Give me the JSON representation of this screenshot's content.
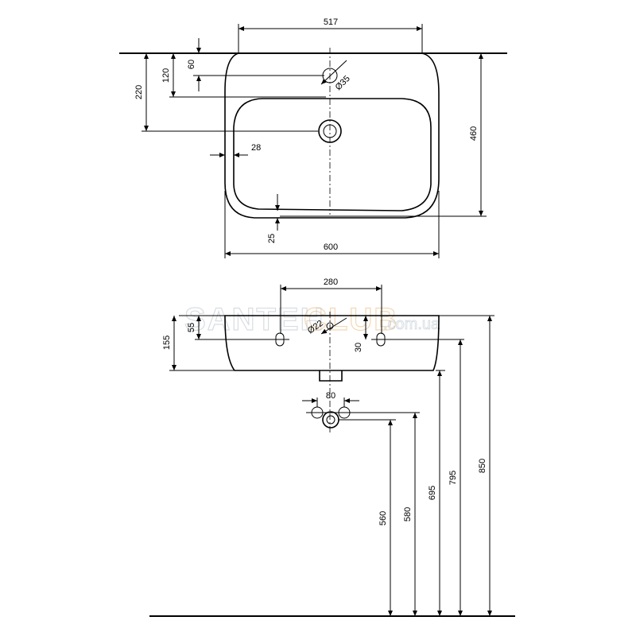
{
  "watermark": {
    "main": "SANTEH",
    "accent": "CLUB",
    "sub": ".com.ua"
  },
  "top_view": {
    "width_inner": "517",
    "width_outer": "600",
    "depth": "460",
    "tap_offset": "60",
    "rim_offset": "120",
    "drain_offset": "220",
    "side_rim": "28",
    "front_rim": "25",
    "tap_hole": "Ø35"
  },
  "side_view": {
    "bracket_spacing": "280",
    "bracket_drop": "55",
    "tap_hole": "Ø22",
    "bracket_hole_height": "30",
    "basin_height": "155",
    "waste_spacing": "80",
    "h_560": "560",
    "h_580": "580",
    "h_695": "695",
    "h_795": "795",
    "h_850": "850"
  }
}
